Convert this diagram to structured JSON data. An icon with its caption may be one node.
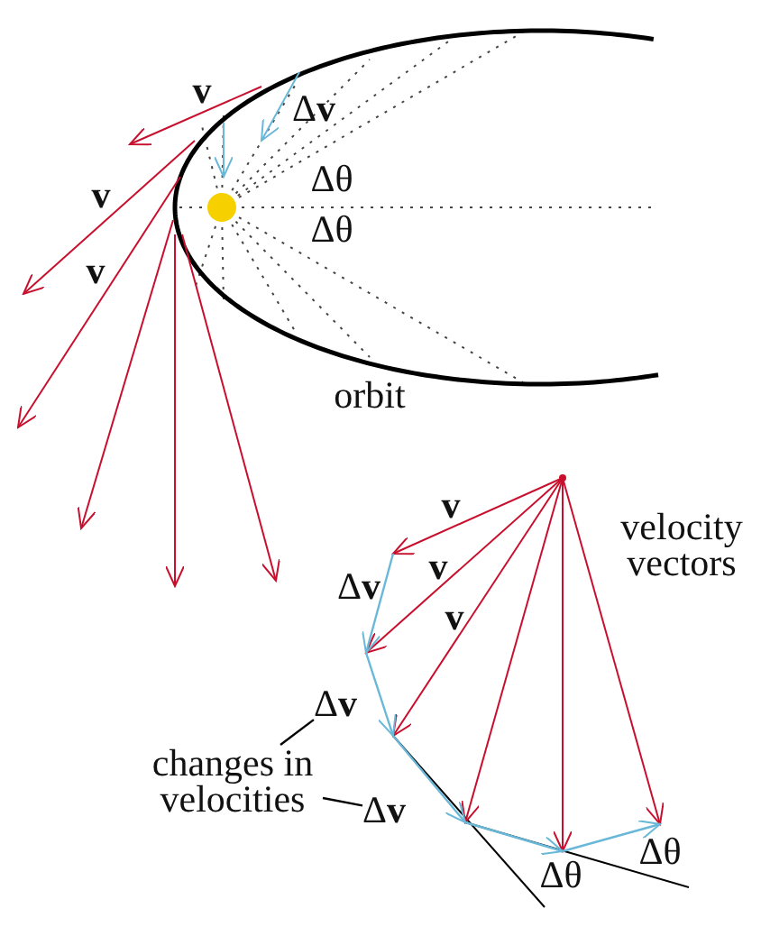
{
  "diagram": {
    "nodes": [
      {
        "text": [
          "changes in velocities"
        ]
      },
      {
        "text": [
          "Δ**v**"
        ]
      },
      {
        "text": [
          "Δ**v**"
        ]
      }
    ],
    "edges": [
      {
        "from": 0,
        "to": 1,
        "arrow": "none"
      },
      {
        "from": 0,
        "to": 2,
        "arrow": "none"
      }
    ],
    "labels": [
      "v",
      "Δ**v**",
      "v",
      "Δθ",
      "v",
      "Δθ",
      "orbit",
      "v",
      "velocity vectors",
      "v",
      "Δ**v**",
      "v",
      "Δθ",
      "Δθ"
    ]
  }
}
